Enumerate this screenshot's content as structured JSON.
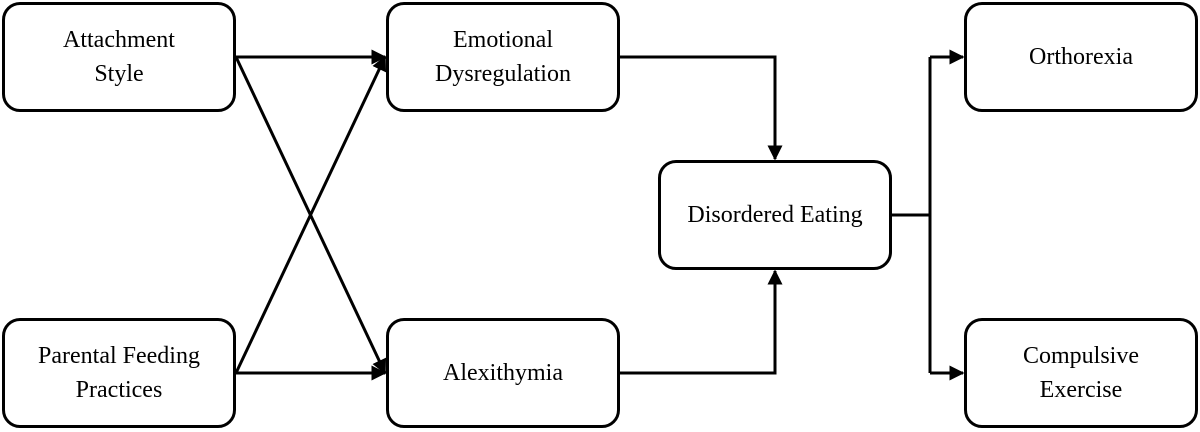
{
  "nodes": {
    "attachment_style": {
      "lines": [
        "Attachment",
        "Style"
      ]
    },
    "parental_feeding": {
      "lines": [
        "Parental Feeding",
        "Practices"
      ]
    },
    "emotional_dysregulation": {
      "lines": [
        "Emotional",
        "Dysregulation"
      ]
    },
    "alexithymia": {
      "lines": [
        "Alexithymia"
      ]
    },
    "disordered_eating": {
      "lines": [
        "Disordered Eating"
      ]
    },
    "orthorexia": {
      "lines": [
        "Orthorexia"
      ]
    },
    "compulsive_exercise": {
      "lines": [
        "Compulsive",
        "Exercise"
      ]
    }
  },
  "edges": [
    {
      "from": "Attachment Style",
      "to": "Emotional Dysregulation"
    },
    {
      "from": "Attachment Style",
      "to": "Alexithymia"
    },
    {
      "from": "Parental Feeding Practices",
      "to": "Emotional Dysregulation"
    },
    {
      "from": "Parental Feeding Practices",
      "to": "Alexithymia"
    },
    {
      "from": "Emotional Dysregulation",
      "to": "Disordered Eating"
    },
    {
      "from": "Alexithymia",
      "to": "Disordered Eating"
    },
    {
      "from": "Disordered Eating",
      "to": "Orthorexia"
    },
    {
      "from": "Disordered Eating",
      "to": "Compulsive Exercise"
    }
  ],
  "colors": {
    "stroke": "#000000",
    "background": "#ffffff",
    "text": "#000000"
  }
}
